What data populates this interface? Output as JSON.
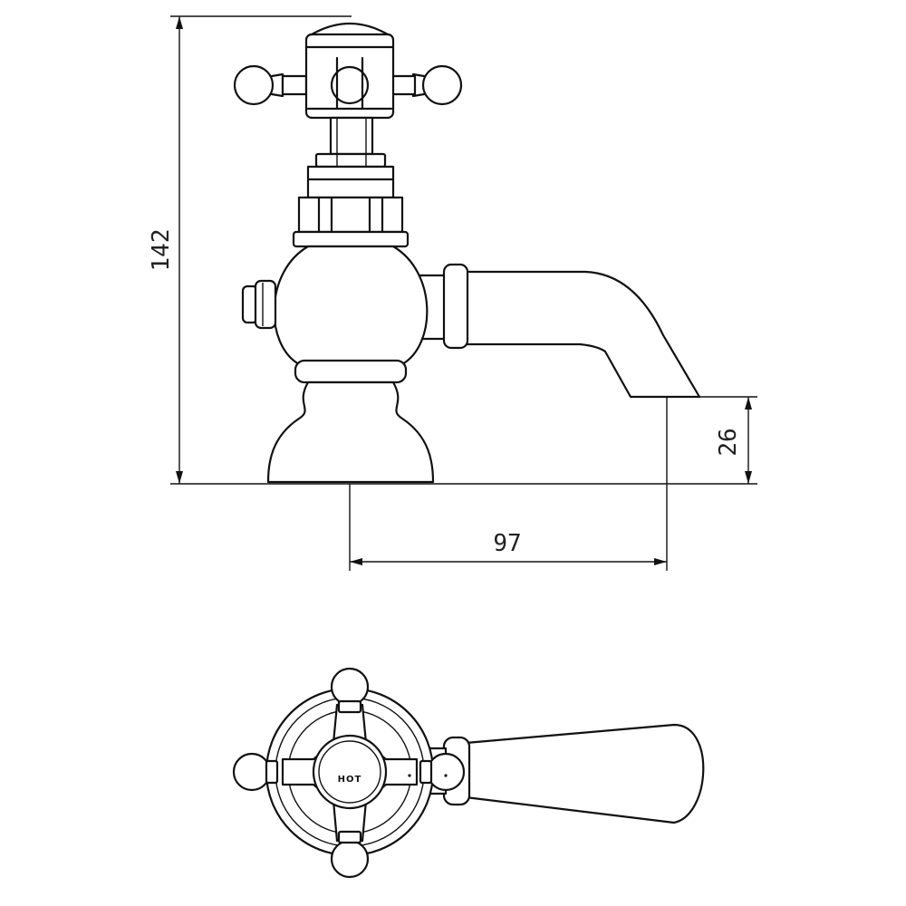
{
  "dimensions": {
    "height": "142",
    "spout_height": "26",
    "reach": "97"
  },
  "labels": {
    "cap_marking": "HOT"
  }
}
